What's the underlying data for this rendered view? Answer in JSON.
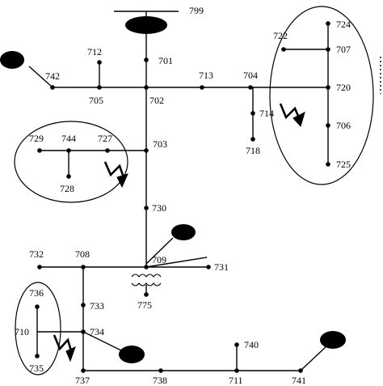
{
  "diagram": {
    "node_labels": {
      "n799": "799",
      "n701": "701",
      "n712": "712",
      "n742": "742",
      "n705": "705",
      "n702": "702",
      "n713": "713",
      "n704": "704",
      "n720": "720",
      "n724": "724",
      "n722": "722",
      "n707": "707",
      "n714": "714",
      "n718": "718",
      "n706": "706",
      "n725": "725",
      "n729": "729",
      "n744": "744",
      "n727": "727",
      "n703": "703",
      "n728": "728",
      "n730": "730",
      "n709": "709",
      "n731": "731",
      "n775": "775",
      "n732": "732",
      "n708": "708",
      "n736": "736",
      "n733": "733",
      "n710": "710",
      "n734": "734",
      "n735": "735",
      "n740": "740",
      "n737": "737",
      "n738": "738",
      "n711": "711",
      "n741": "741"
    },
    "colors": {
      "line": "#000000",
      "background": "#ffffff"
    }
  }
}
